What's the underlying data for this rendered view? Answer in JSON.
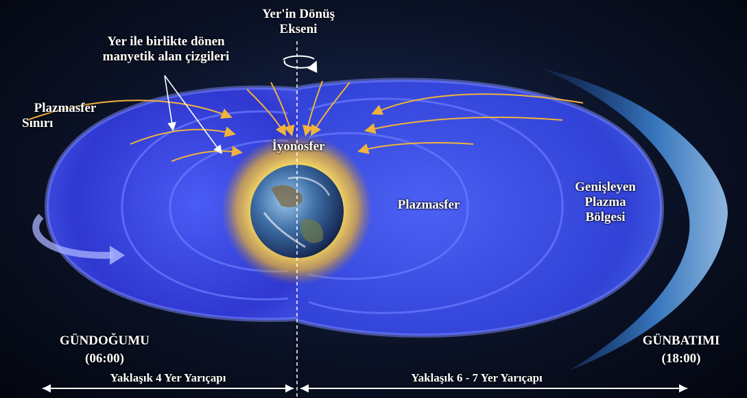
{
  "diagram": {
    "axis_label_line1": "Yer'in Dönüş",
    "axis_label_line2": "Ekseni",
    "field_lines_label_line1": "Yer ile birlikte dönen",
    "field_lines_label_line2": "manyetik alan çizgileri",
    "boundary_label_line1": "Plazmasfer",
    "boundary_label_line2": "Sınırı",
    "ionosphere_label": "İyonosfer",
    "plasmasphere_label": "Plazmasfer",
    "bulge_label_line1": "Genişleyen",
    "bulge_label_line2": "Plazma",
    "bulge_label_line3": "Bölgesi",
    "dawn_label": "GÜNDOĞUMU",
    "dawn_time": "(06:00)",
    "dusk_label": "GÜNBATIMI",
    "dusk_time": "(18:00)",
    "left_scale_label": "Yaklaşık 4 Yer Yarıçapı",
    "right_scale_label": "Yaklaşık 6 - 7 Yer Yarıçapı"
  },
  "colors": {
    "plasmasphere": "#3a46e0",
    "field_lines": "#f2b33a",
    "ionosphere_glow": "#ffd23a",
    "bulge_edge": "#7fb3f0"
  }
}
